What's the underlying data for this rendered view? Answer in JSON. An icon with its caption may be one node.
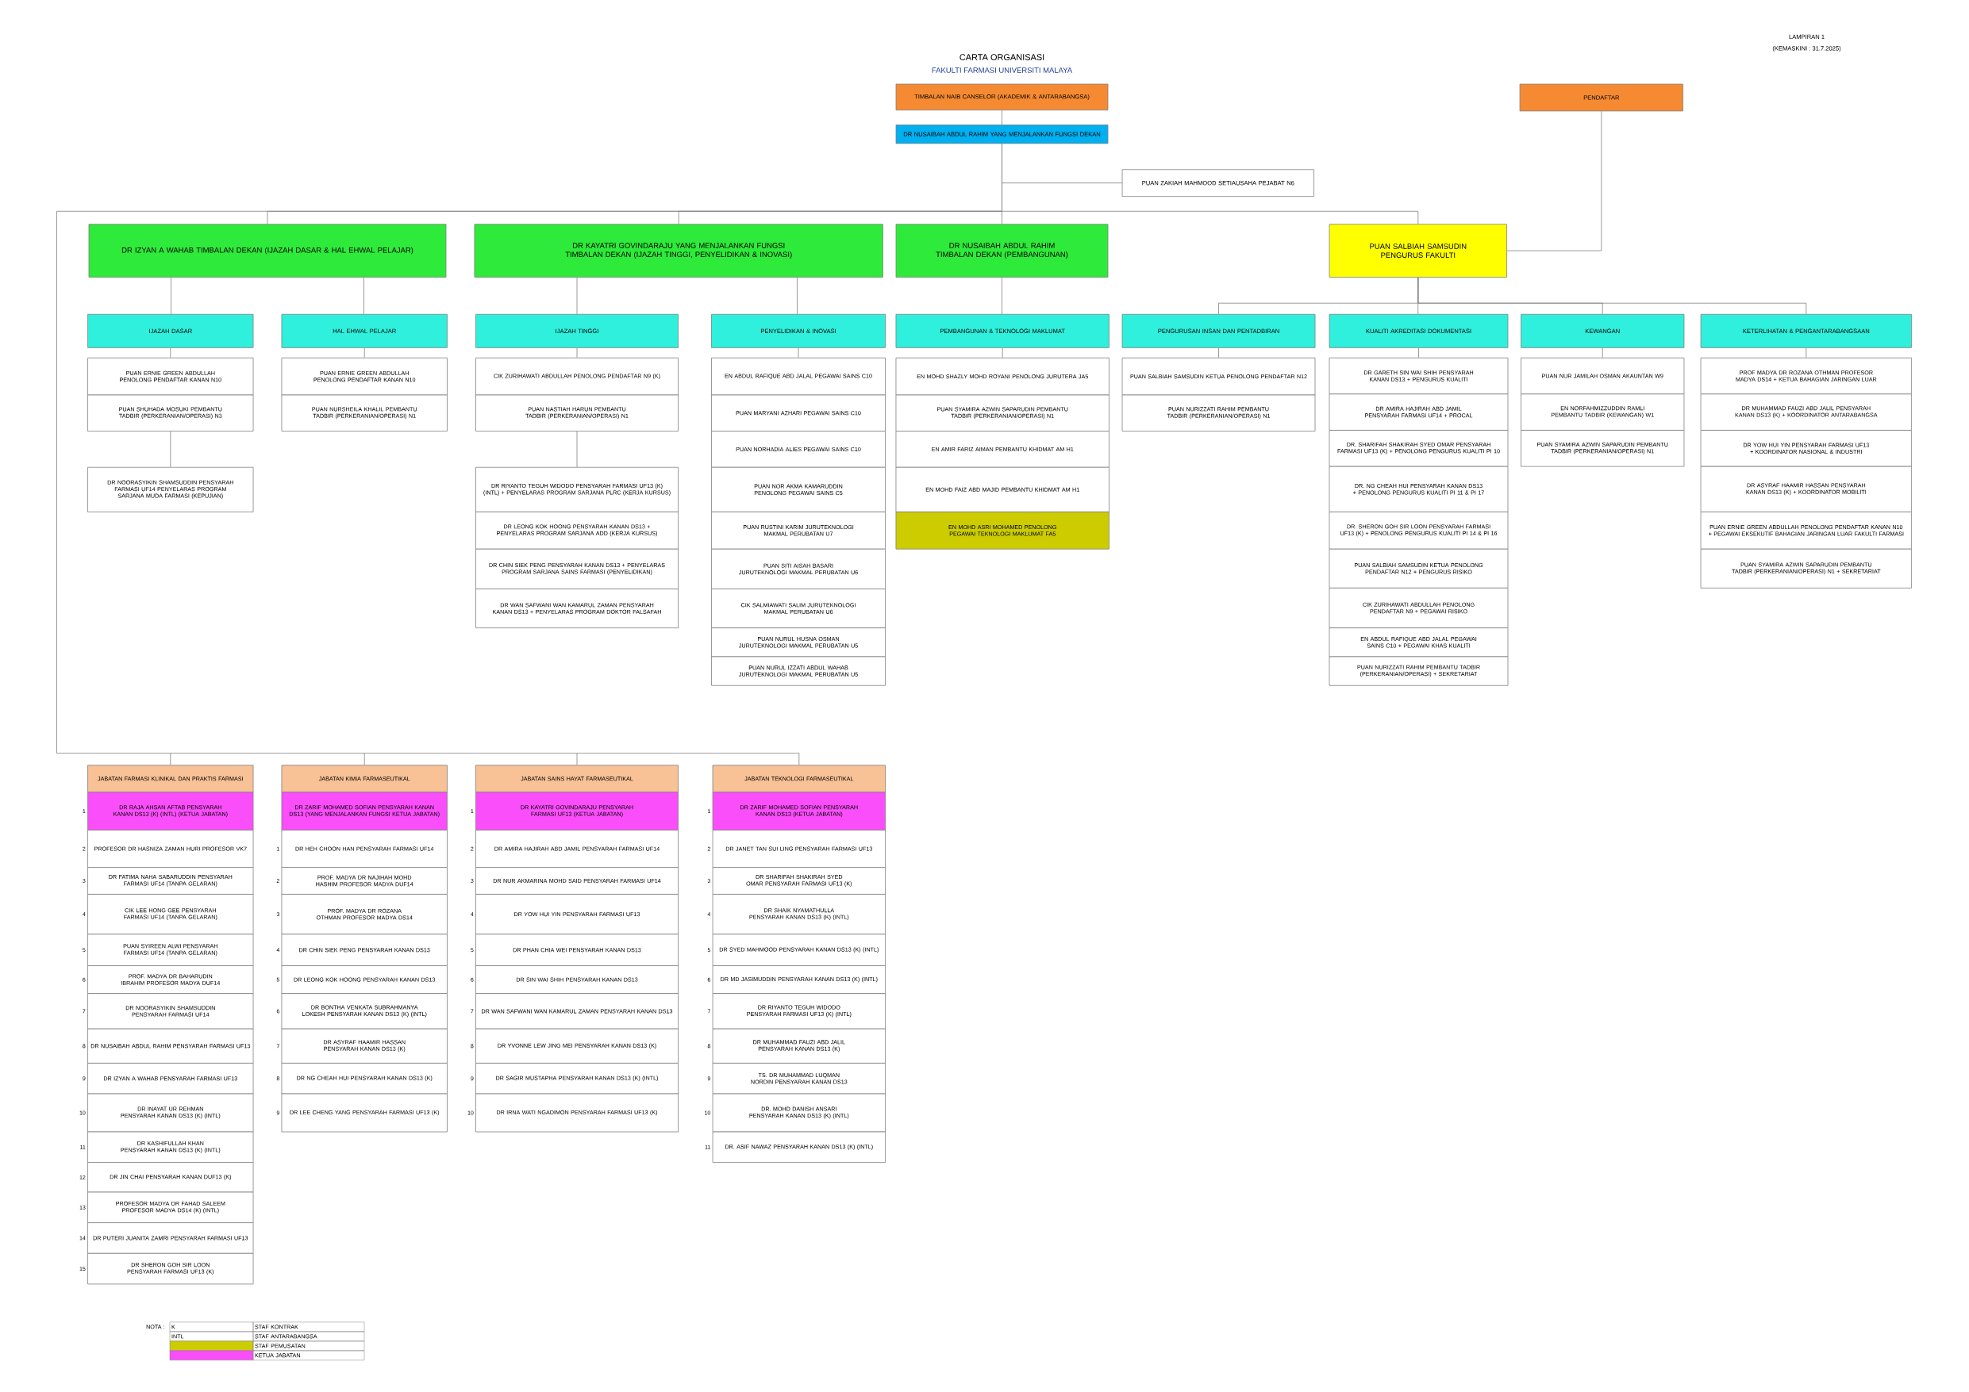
{
  "diagram": {
    "title": "CARTA ORGANISASI",
    "nodes": [
      {
        "text": [
          "TIMBALAN NAIB CANSELOR (AKADEMIK & ANTARABANGSA)"
        ]
      },
      {
        "text": [
          "PENDAFTAR"
        ]
      },
      {
        "text": [
          "DR NUSAIBAH ABDUL RAHIM YANG MENJALANKAN FUNGSI DEKAN"
        ]
      },
      {
        "text": [
          "PUAN ZAKIAH MAHMOOD SETIAUSAHA PEJABAT N6"
        ]
      },
      {
        "text": [
          "DR IZYAN A WAHAB TIMBALAN DEKAN (IJAZAH DASAR & HAL EHWAL PELAJAR)"
        ]
      },
      {
        "text": [
          "DR KAYATRI GOVINDARAJU YANG MENJALANKAN FUNGSI TIMBALAN DEKAN (IJAZAH TINGGI, PENYELIDIKAN & INOVASI)"
        ]
      },
      {
        "text": [
          "DR NUSAIBAH ABDUL RAHIM TIMBALAN DEKAN (PEMBANGUNAN)"
        ]
      },
      {
        "text": [
          "PUAN SALBIAH SAMSUDIN PENGURUS FAKULTI"
        ]
      },
      {
        "text": [
          "IJAZAH DASAR"
        ]
      },
      {
        "text": [
          "HAL EHWAL PELAJAR"
        ]
      },
      {
        "text": [
          "IJAZAH TINGGI"
        ]
      },
      {
        "text": [
          "PENYELIDIKAN & INOVASI"
        ]
      },
      {
        "text": [
          "PEMBANGUNAN & TEKNOLOGI MAKLUMAT"
        ]
      },
      {
        "text": [
          "PENGURUSAN INSAN DAN PENTADBIRAN"
        ]
      },
      {
        "text": [
          "KUALITI AKREDITASI DOKUMENTASI"
        ]
      },
      {
        "text": [
          "KEWANGAN"
        ]
      },
      {
        "text": [
          "KETERLIHATAN & PENGANTARABANGSAAN"
        ]
      },
      {
        "text": [
          "PUAN ERNIE GREEN ABDULLAH PENOLONG PENDAFTAR KANAN N10"
        ]
      },
      {
        "text": [
          "PUAN SHUHADA MOSUKI PEMBANTU TADBIR (PERKERANIAN/OPERASI) N3"
        ]
      },
      {
        "text": [
          "DR NOORASYIKIN SHAMSUDDIN PENSYARAH FARMASI UF14 PENYELARAS PROGRAM SARJANA MUDA FARMASI (KEPUJIAN)"
        ]
      },
      {
        "text": [
          "PUAN ERNIE GREEN ABDULLAH PENOLONG PENDAFTAR KANAN N10"
        ]
      },
      {
        "text": [
          "PUAN NURSHEILA KHALIL PEMBANTU TADBIR (PERKERANIAN/OPERASI) N1"
        ]
      },
      {
        "text": [
          "CIK ZURIHAWATI ABDULLAH PENOLONG PENDAFTAR N9 (K)"
        ]
      },
      {
        "text": [
          "PUAN NASTIAH HARUN PEMBANTU TADBIR (PERKERANIAN/OPERASI) N1"
        ]
      },
      {
        "text": [
          "DR RIYANTO TEGUH WIDODO PENSYARAH FARMASI UF13 (K) (INTL) + PENYELARAS PROGRAM SARJANA PLRC (KERJA KURSUS)"
        ]
      },
      {
        "text": [
          "DR LEONG KOK HOONG PENSYARAH KANAN DS13 + PENYELARAS PROGRAM SARJANA ADD (KERJA KURSUS)"
        ]
      },
      {
        "text": [
          "DR CHIN SIEK PENG PENSYARAH KANAN DS13 + PENYELARAS PROGRAM SARJANA SAINS FARMASI (PENYELIDIKAN)"
        ]
      },
      {
        "text": [
          "DR WAN SAFWANI WAN KAMARUL ZAMAN PENSYARAH KANAN DS13 + PENYELARAS PROGRAM DOKTOR FALSAFAH"
        ]
      },
      {
        "text": [
          "EN ABDUL RAFIQUE ABD JALAL PEGAWAI SAINS C10"
        ]
      },
      {
        "text": [
          "PUAN MARYANI AZHARI PEGAWAI SAINS C10"
        ]
      },
      {
        "text": [
          "PUAN NORHADIA ALIES PEGAWAI SAINS C10"
        ]
      },
      {
        "text": [
          "PUAN NOR AKMA KAMARUDDIN PENOLONG PEGAWAI SAINS C5"
        ]
      },
      {
        "text": [
          "PUAN RUSTINI KARIM JURUTEKNOLOGI MAKMAL PERUBATAN U7"
        ]
      },
      {
        "text": [
          "PUAN SITI AISAH BASARI JURUTEKNOLOGI MAKMAL PERUBATAN U6"
        ]
      },
      {
        "text": [
          "CIK SALMIAWATI SALIM JURUTEKNOLOGI MAKMAL PERUBATAN U6"
        ]
      },
      {
        "text": [
          "PUAN NURUL HUSNA OSMAN JURUTEKNOLOGI MAKMAL PERUBATAN U5"
        ]
      },
      {
        "text": [
          "PUAN NURUL IZZATI ABDUL WAHAB JURUTEKNOLOGI MAKMAL PERUBATAN U5"
        ]
      },
      {
        "text": [
          "EN MOHD SHAZLY MOHD ROYANI PENOLONG JURUTERA JA5"
        ]
      },
      {
        "text": [
          "PUAN SYAMIRA AZWIN SAPARUDIN PEMBANTU TADBIR (PERKERANIAN/OPERASI) N1"
        ]
      },
      {
        "text": [
          "EN AMIR FARIZ AIMAN PEMBANTU KHIDMAT AM H1"
        ]
      },
      {
        "text": [
          "EN MOHD FAIZ ABD MAJID PEMBANTU KHIDMAT AM H1"
        ]
      },
      {
        "text": [
          "EN MOHD ASRI MOHAMED PENOLONG PEGAWAI TEKNOLOGI MAKLUMAT FA5"
        ]
      },
      {
        "text": [
          "PUAN SALBIAH SAMSUDIN KETUA PENOLONG PENDAFTAR N12"
        ]
      },
      {
        "text": [
          "PUAN NURIZZATI RAHIM PEMBANTU TADBIR (PERKERANIAN/OPERASI) N1"
        ]
      },
      {
        "text": [
          "DR GARETH SIN WAI SHIH PENSYARAH KANAN DS13 + PENGURUS KUALITI"
        ]
      },
      {
        "text": [
          "DR AMIRA HAJIRAH ABD JAMIL PENSYARAH FARMASI UF14 + PROCAL"
        ]
      },
      {
        "text": [
          "DR. SHARIFAH SHAKIRAH SYED OMAR PENSYARAH FARMASI UF13 (K) + PENOLONG PENGURUS KUALITI PI 10"
        ]
      },
      {
        "text": [
          "DR. NG CHEAH HUI PENSYARAH KANAN DS13 + PENOLONG PENGURUS KUALITI PI 11 & PI 17"
        ]
      },
      {
        "text": [
          "DR. SHERON GOH SIR LOON PENSYARAH FARMASI UF13 (K) + PENOLONG PENGURUS KUALITI PI 14 & PI 16"
        ]
      },
      {
        "text": [
          "PUAN SALBIAH SAMSUDIN KETUA PENOLONG PENDAFTAR N12 + PENGURUS RISIKO"
        ]
      },
      {
        "text": [
          "CIK ZURIHAWATI ABDULLAH PENOLONG PENDAFTAR N9 + PEGAWAI RISIKO"
        ]
      },
      {
        "text": [
          "EN ABDUL RAFIQUE ABD JALAL PEGAWAI SAINS C10 + PEGAWAI KHAS KUALITI"
        ]
      },
      {
        "text": [
          "PUAN NURIZZATI RAHIM PEMBANTU TADBIR (PERKERANIAN/OPERASI) + SEKRETARIAT"
        ]
      },
      {
        "text": [
          "PUAN NUR JAMILAH OSMAN AKAUNTAN W9"
        ]
      },
      {
        "text": [
          "EN NORFAHMIZZUDDIN RAMLI PEMBANTU TADBIR (KEWANGAN) W1"
        ]
      },
      {
        "text": [
          "PUAN SYAMIRA AZWIN SAPARUDIN PEMBANTU TADBIR (PERKERANIAN/OPERASI) N1"
        ]
      },
      {
        "text": [
          "PROF MADYA DR ROZANA OTHMAN PROFESOR MADYA DS14 + KETUA BAHAGIAN JARINGAN LUAR"
        ]
      },
      {
        "text": [
          "DR MUHAMMAD FAUZI ABD JALIL PENSYARAH KANAN DS13 (K) + KOORDINATOR ANTARABANGSA"
        ]
      },
      {
        "text": [
          "DR YOW HUI YIN PENSYARAH FARMASI UF13 + KOORDINATOR NASIONAL & INDUSTRI"
        ]
      },
      {
        "text": [
          "DR ASYRAF HAAMIR HASSAN PENSYARAH KANAN DS13 (K) + KOORDINATOR MOBILITI"
        ]
      },
      {
        "text": [
          "PUAN ERNIE GREEN ABDULLAH PENOLONG PENDAFTAR KANAN N10 + PEGAWAI EKSEKUTIF BAHAGIAN JARINGAN LUAR FAKULTI FARMASI"
        ]
      },
      {
        "text": [
          "PUAN SYAMIRA AZWIN SAPARUDIN PEMBANTU TADBIR (PERKERANIAN/OPERASI) N1 + SEKRETARIAT"
        ]
      },
      {
        "text": [
          "JABATAN FARMASI KLINIKAL DAN PRAKTIS FARMASI"
        ]
      },
      {
        "text": [
          "DR RAJA AHSAN AFTAB PENSYARAH KANAN DS13 (K) (INTL) (KETUA JABATAN)"
        ],
        "beside": [
          "1"
        ]
      },
      {
        "text": [
          "PROFESOR DR HASNIZA ZAMAN HURI PROFESOR VK7"
        ],
        "beside": [
          "2"
        ]
      },
      {
        "text": [
          "DR FATIMA NAHA SABARUDDIN PENSYARAH FARMASI UF14 (TANPA GELARAN)"
        ],
        "beside": [
          "3"
        ]
      },
      {
        "text": [
          "CIK LEE HONG GEE PENSYARAH FARMASI UF14 (TANPA GELARAN)"
        ],
        "beside": [
          "4"
        ]
      },
      {
        "text": [
          "PUAN SYIREEN ALWI PENSYARAH FARMASI UF14 (TANPA GELARAN)"
        ],
        "beside": [
          "5"
        ]
      },
      {
        "text": [
          "PROF. MADYA DR BAHARUDIN IBRAHIM PROFESOR MADYA DUF14"
        ],
        "beside": [
          "6"
        ]
      },
      {
        "text": [
          "DR NOORASYIKIN SHAMSUDDIN PENSYARAH FARMASI UF14"
        ],
        "beside": [
          "7"
        ]
      },
      {
        "text": [
          "DR NUSAIBAH ABDUL RAHIM PENSYARAH FARMASI UF13"
        ],
        "beside": [
          "8"
        ]
      },
      {
        "text": [
          "DR IZYAN A WAHAB PENSYARAH FARMASI UF13"
        ],
        "beside": [
          "9"
        ]
      },
      {
        "text": [
          "DR INAYAT UR REHMAN PENSYARAH KANAN DS13 (K) (INTL)"
        ],
        "beside": [
          "10"
        ]
      },
      {
        "text": [
          "DR KASHIFULLAH KHAN PENSYARAH KANAN DS13 (K) (INTL)"
        ],
        "beside": [
          "11"
        ]
      },
      {
        "text": [
          "DR JIN CHAI PENSYARAH KANAN DUF13 (K)"
        ],
        "beside": [
          "12"
        ]
      },
      {
        "text": [
          "PROFESOR MADYA DR FAHAD SALEEM PROFESOR MADYA DS14 (K) (INTL)"
        ],
        "beside": [
          "13"
        ]
      },
      {
        "text": [
          "DR PUTERI JUANITA ZAMRI PENSYARAH FARMASI UF13"
        ],
        "beside": [
          "14"
        ]
      },
      {
        "text": [
          "DR SHERON GOH SIR LOON PENSYARAH FARMASI UF13 (K)"
        ],
        "beside": [
          "15"
        ]
      },
      {
        "text": [
          "JABATAN KIMIA FARMASEUTIKAL"
        ]
      },
      {
        "text": [
          "DR ZARIF MOHAMED SOFIAN PENSYARAH KANAN DS13 (YANG MENJALANKAN FUNGSI KETUA JABATAN)"
        ]
      },
      {
        "text": [
          "DR HEH CHOON HAN PENSYARAH FARMASI UF14"
        ],
        "beside": [
          "1"
        ]
      },
      {
        "text": [
          "PROF. MADYA DR NAJIHAH MOHD HASHIM PROFESOR MADYA DUF14"
        ],
        "beside": [
          "2"
        ]
      },
      {
        "text": [
          "PROF. MADYA DR ROZANA OTHMAN PROFESOR MADYA DS14"
        ],
        "beside": [
          "3"
        ]
      },
      {
        "text": [
          "DR CHIN SIEK PENG PENSYARAH KANAN DS13"
        ],
        "beside": [
          "4"
        ]
      },
      {
        "text": [
          "DR LEONG KOK HOONG PENSYARAH KANAN DS13"
        ],
        "beside": [
          "5"
        ]
      },
      {
        "text": [
          "DR BONTHA VENKATA SUBRAHMANYA LOKESH PENSYARAH KANAN DS13 (K) (INTL)"
        ],
        "beside": [
          "6"
        ]
      },
      {
        "text": [
          "DR ASYRAF HAAMIR HASSAN PENSYARAH KANAN DS13 (K)"
        ],
        "beside": [
          "7"
        ]
      },
      {
        "text": [
          "DR NG CHEAH HUI PENSYARAH KANAN DS13 (K)"
        ],
        "beside": [
          "8"
        ]
      },
      {
        "text": [
          "DR LEE CHENG YANG PENSYARAH FARMASI UF13 (K)"
        ],
        "beside": [
          "9"
        ]
      },
      {
        "text": [
          "JABATAN SAINS HAYAT FARMASEUTIKAL"
        ]
      },
      {
        "text": [
          "DR KAYATRI GOVINDARAJU PENSYARAH FARMASI UF13 (KETUA JABATAN)"
        ],
        "beside": [
          "1"
        ]
      },
      {
        "text": [
          "DR AMIRA HAJIRAH ABD JAMIL PENSYARAH FARMASI UF14"
        ],
        "beside": [
          "2"
        ]
      },
      {
        "text": [
          "DR NUR AKMARINA MOHD SAID PENSYARAH FARMASI UF14"
        ],
        "beside": [
          "3"
        ]
      },
      {
        "text": [
          "DR YOW HUI YIN PENSYARAH FARMASI UF13"
        ],
        "beside": [
          "4"
        ]
      },
      {
        "text": [
          "DR PHAN CHIA WEI PENSYARAH KANAN DS13"
        ],
        "beside": [
          "5"
        ]
      },
      {
        "text": [
          "DR SIN WAI SHIH PENSYARAH KANAN DS13"
        ],
        "beside": [
          "6"
        ]
      },
      {
        "text": [
          "DR WAN SAFWANI WAN KAMARUL ZAMAN PENSYARAH KANAN DS13"
        ],
        "beside": [
          "7"
        ]
      },
      {
        "text": [
          "DR YVONNE LEW JING MEI PENSYARAH KANAN DS13 (K)"
        ],
        "beside": [
          "8"
        ]
      },
      {
        "text": [
          "DR SAGIR MUSTAPHA PENSYARAH KANAN DS13 (K) (INTL)"
        ],
        "beside": [
          "9"
        ]
      },
      {
        "text": [
          "DR IRNA WATI NGADIMON PENSYARAH FARMASI UF13 (K)"
        ],
        "beside": [
          "10"
        ]
      },
      {
        "text": [
          "JABATAN TEKNOLOGI FARMASEUTIKAL"
        ]
      },
      {
        "text": [
          "DR ZARIF MOHAMED SOFIAN PENSYARAH KANAN DS13 (KETUA JABATAN)"
        ],
        "beside": [
          "1"
        ]
      },
      {
        "text": [
          "DR JANET TAN SUI LING PENSYARAH FARMASI UF13"
        ],
        "beside": [
          "2"
        ]
      },
      {
        "text": [
          "DR SHARIFAH SHAKIRAH SYED OMAR PENSYARAH FARMASI UF13 (K)"
        ],
        "beside": [
          "3"
        ]
      },
      {
        "text": [
          "DR SHAIK NYAMATHULLA PENSYARAH KANAN DS13 (K) (INTL)"
        ],
        "beside": [
          "4"
        ]
      },
      {
        "text": [
          "DR SYED MAHMOOD PENSYARAH KANAN DS13 (K) (INTL)"
        ],
        "beside": [
          "5"
        ]
      },
      {
        "text": [
          "DR MD JASIMUDDIN PENSYARAH KANAN DS13 (K) (INTL)"
        ],
        "beside": [
          "6"
        ]
      },
      {
        "text": [
          "DR RIYANTO TEGUH WIDODO PENSYARAH FARMASI UF13 (K) (INTL)"
        ],
        "beside": [
          "7"
        ]
      },
      {
        "text": [
          "DR MUHAMMAD FAUZI ABD JALIL PENSYARAH KANAN DS13 (K)"
        ],
        "beside": [
          "8"
        ]
      },
      {
        "text": [
          "TS. DR MUHAMMAD LUQMAN NORDIN PENSYARAH KANAN DS13"
        ],
        "beside": [
          "9"
        ]
      },
      {
        "text": [
          "DR. MOHD DANISH ANSARI PENSYARAH KANAN DS13 (K) (INTL)"
        ],
        "beside": [
          "10"
        ]
      },
      {
        "text": [
          "DR. ASIF NAWAZ PENSYARAH KANAN DS13 (K) (INTL)"
        ],
        "beside": [
          "11"
        ]
      }
    ],
    "edges": [
      {
        "from": 0,
        "to": 2,
        "arrow": "none"
      },
      {
        "from": 2,
        "to": 3,
        "arrow": "none"
      },
      {
        "from": 2,
        "to": 4,
        "arrow": "none"
      },
      {
        "from": 2,
        "to": 5,
        "arrow": "none"
      },
      {
        "from": 2,
        "to": 6,
        "arrow": "none"
      },
      {
        "from": 2,
        "to": 7,
        "arrow": "none"
      },
      {
        "from": 1,
        "to": 7,
        "arrow": "none"
      },
      {
        "from": 4,
        "to": 8,
        "arrow": "none"
      },
      {
        "from": 4,
        "to": 9,
        "arrow": "none"
      },
      {
        "from": 5,
        "to": 10,
        "arrow": "none"
      },
      {
        "from": 5,
        "to": 11,
        "arrow": "none"
      },
      {
        "from": 6,
        "to": 12,
        "arrow": "none"
      },
      {
        "from": 7,
        "to": 13,
        "arrow": "none"
      },
      {
        "from": 7,
        "to": 14,
        "arrow": "none"
      },
      {
        "from": 7,
        "to": 15,
        "arrow": "none"
      },
      {
        "from": 7,
        "to": 16,
        "arrow": "none"
      },
      {
        "from": 8,
        "to": 17,
        "arrow": "none"
      },
      {
        "from": 9,
        "to": 20,
        "arrow": "none"
      },
      {
        "from": 10,
        "to": 22,
        "arrow": "none"
      },
      {
        "from": 11,
        "to": 28,
        "arrow": "none"
      },
      {
        "from": 12,
        "to": 37,
        "arrow": "none"
      },
      {
        "from": 13,
        "to": 42,
        "arrow": "none"
      },
      {
        "from": 14,
        "to": 44,
        "arrow": "none"
      },
      {
        "from": 15,
        "to": 53,
        "arrow": "none"
      },
      {
        "from": 16,
        "to": 56,
        "arrow": "none"
      },
      {
        "from": 18,
        "to": 19,
        "arrow": "none"
      },
      {
        "from": 23,
        "to": 24,
        "arrow": "none"
      },
      {
        "from": 2,
        "to": 62,
        "arrow": "none"
      },
      {
        "from": 2,
        "to": 78,
        "arrow": "none"
      },
      {
        "from": 2,
        "to": 89,
        "arrow": "none"
      },
      {
        "from": 2,
        "to": 100,
        "arrow": "none"
      }
    ],
    "labels": [
      "FAKULTI FARMASI UNIVERSITI MALAYA",
      "LAMPIRAN 1",
      "(KEMASKINI : 31.7.2025)",
      "NOTA :",
      "K",
      "INTL"
    ],
    "legend": [
      {
        "text": "STAF KONTRAK"
      },
      {
        "text": "STAF ANTARABANGSA"
      },
      {
        "text": "STAF PEMUSATAN",
        "color": "#cccc00"
      },
      {
        "text": "KETUA JABATAN",
        "color": "#f94ef9"
      }
    ]
  }
}
